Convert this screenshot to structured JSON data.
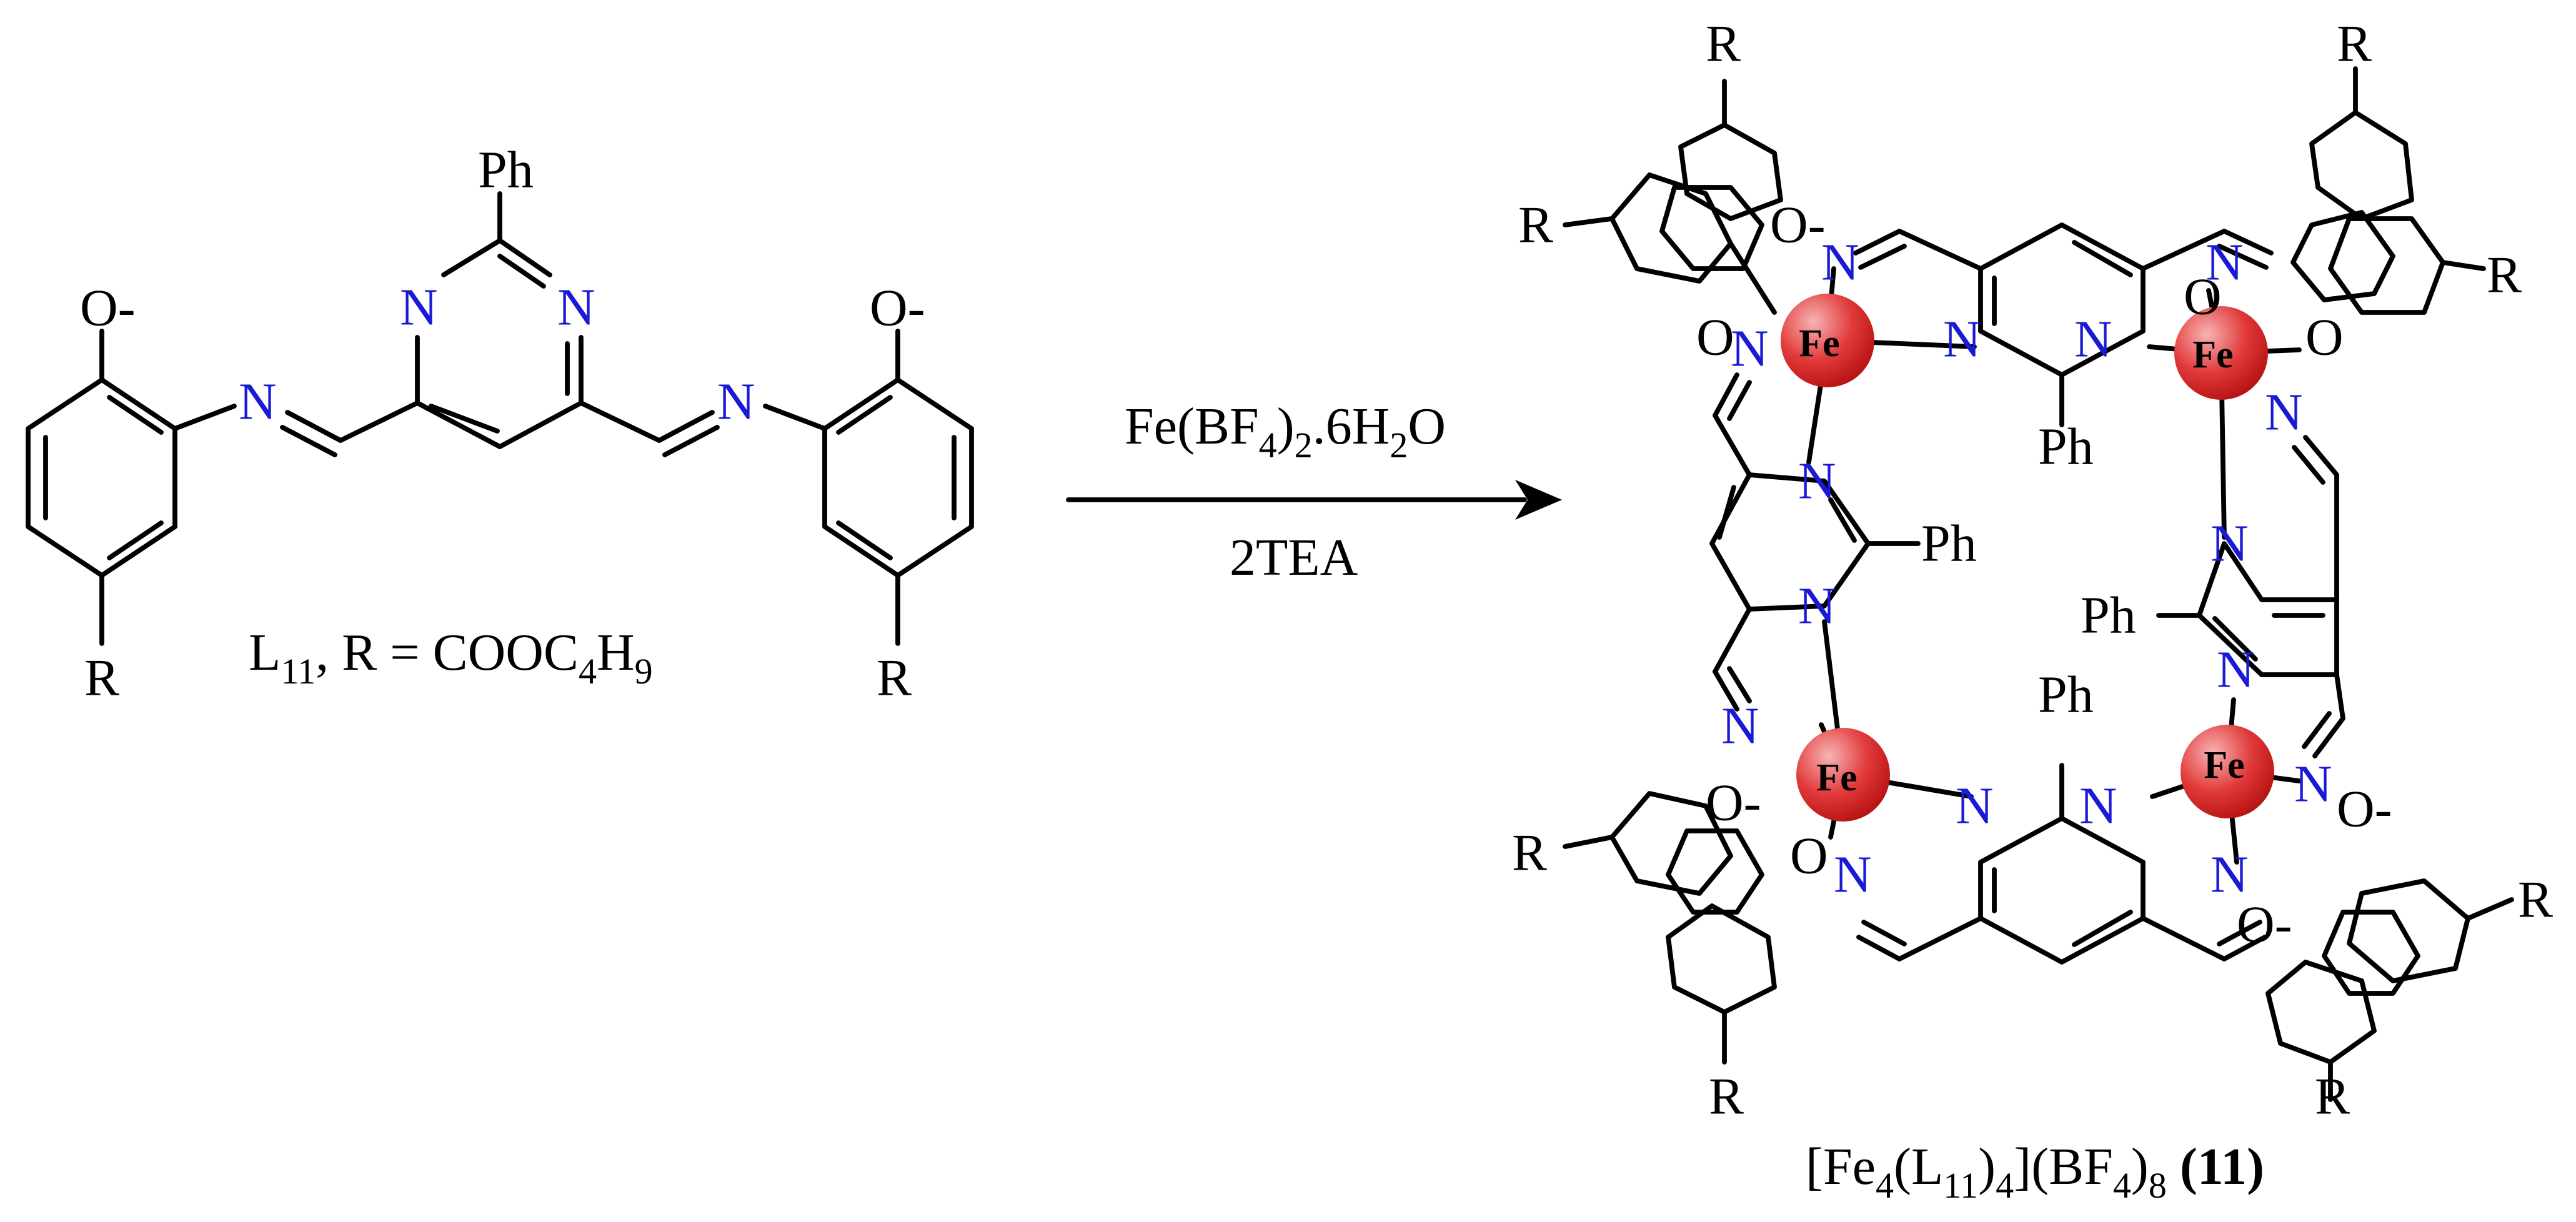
{
  "colors": {
    "nitrogen": "#1a1ad6",
    "bond": "#000000",
    "metal_center": "#d91f1f",
    "metal_highlight": "#f7b4b4"
  },
  "ligand": {
    "phenyl_label": "Ph",
    "ring_nitrogen": "N",
    "imine_nitrogen": "N",
    "phenoxide": "O-",
    "substituent": "R",
    "caption_L": "L",
    "caption_L_sub": "11",
    "caption_rest": ", R = COOC",
    "caption_C_sub": "4",
    "caption_H": "H",
    "caption_H_sub": "9"
  },
  "arrow": {
    "reagent_main": "Fe(BF",
    "reagent_sub1": "4",
    "reagent_mid": ")",
    "reagent_sub2": "2",
    "reagent_tail": ".6H",
    "reagent_sub3": "2",
    "reagent_end": "O",
    "condition": "2TEA"
  },
  "complex": {
    "metal": "Fe",
    "nitrogen": "N",
    "phenoxide": "O-",
    "oxygen": "O",
    "phenyl": "Ph",
    "substituent": "R",
    "formula_open": "[Fe",
    "formula_sub1": "4",
    "formula_L": "(L",
    "formula_sub2": "11",
    "formula_close1": ")",
    "formula_sub3": "4",
    "formula_bf": "](BF",
    "formula_sub4": "4",
    "formula_close2": ")",
    "formula_sub5": "8",
    "compound_number": "(11)"
  }
}
